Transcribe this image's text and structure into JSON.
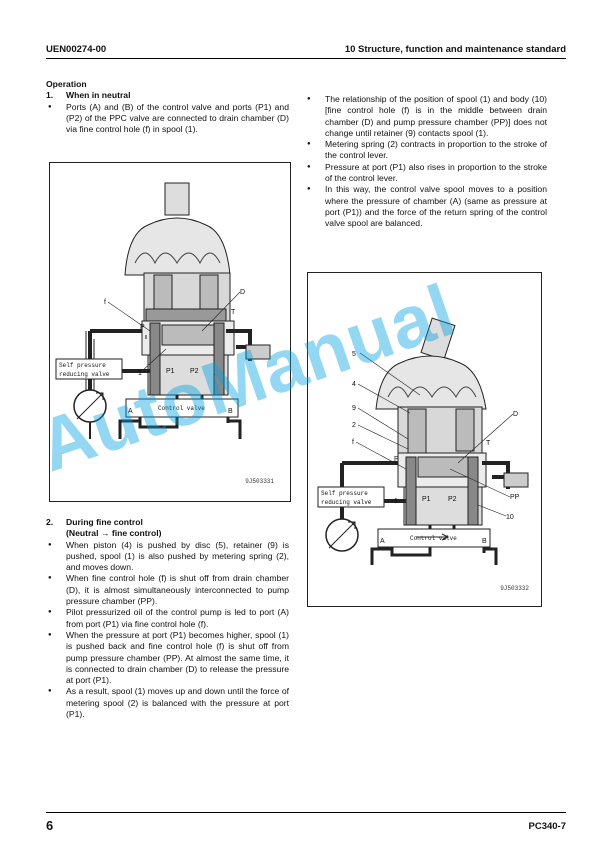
{
  "header": {
    "doc_id": "UEN00274-00",
    "section": "10 Structure, function and maintenance standard"
  },
  "footer": {
    "page": "6",
    "model": "PC340-7"
  },
  "watermark": "AutoManual",
  "left": {
    "heading": "Operation",
    "s1": {
      "num": "1.",
      "title": "When in neutral"
    },
    "s1_bullets": [
      "Ports (A) and (B) of the control valve and ports (P1) and (P2) of the PPC valve are connected to drain chamber (D) via fine control hole (f) in spool (1)."
    ],
    "s2": {
      "num": "2.",
      "title": "During fine control",
      "subtitle": "(Neutral → fine control)"
    },
    "s2_bullets": [
      "When piston (4) is pushed by disc (5), retainer (9) is pushed, spool (1) is also pushed by metering spring (2), and moves down.",
      "When fine control hole (f) is shut off from drain chamber (D), it is almost simultaneously interconnected to pump pressure chamber (PP).",
      "Pilot pressurized oil of the control pump is led to port (A) from port (P1) via fine control hole (f).",
      "When the pressure at port (P1) becomes higher, spool (1) is pushed back and fine control hole (f) is shut off from pump pressure chamber (PP). At almost the same time, it is connected to drain chamber (D) to release the pressure at port (P1).",
      "As a result, spool (1) moves up and down until the force of metering spool (2) is balanced with the pressure at port (P1)."
    ]
  },
  "right": {
    "bullets": [
      "The relationship of the position of spool (1) and body (10) [fine control hole (f) is in the middle between drain chamber (D) and pump pressure chamber (PP)] does not change until retainer (9) contacts spool (1).",
      "Metering spring (2) contracts in proportion to the stroke of the control lever.",
      "Pressure at port (P1) also rises in proportion to the stroke of the control lever.",
      "In this way, the control valve spool moves to a position where the pressure of chamber (A) (same as pressure at port (P1)) and the force of the return spring of the control valve spool are balanced."
    ]
  },
  "fig1": {
    "labels": {
      "f": "f",
      "P": "P",
      "D": "D",
      "T": "T",
      "one": "1",
      "p1": "P1",
      "p2": "P2",
      "A": "A",
      "B": "B"
    },
    "self_pressure": "Self pressure",
    "reducing_valve": "reducing valve",
    "control_valve": "Control valve",
    "fig_id": "9J503331"
  },
  "fig2": {
    "labels": {
      "five": "5",
      "four": "4",
      "nine": "9",
      "two": "2",
      "f": "f",
      "D": "D",
      "P": "P",
      "T": "T",
      "one": "1",
      "p1": "P1",
      "p2": "P2",
      "pp": "PP",
      "ten": "10",
      "A": "A",
      "B": "B"
    },
    "self_pressure": "Self pressure",
    "reducing_valve": "reducing valve",
    "control_valve": "Control valve",
    "fig_id": "9J503332"
  }
}
